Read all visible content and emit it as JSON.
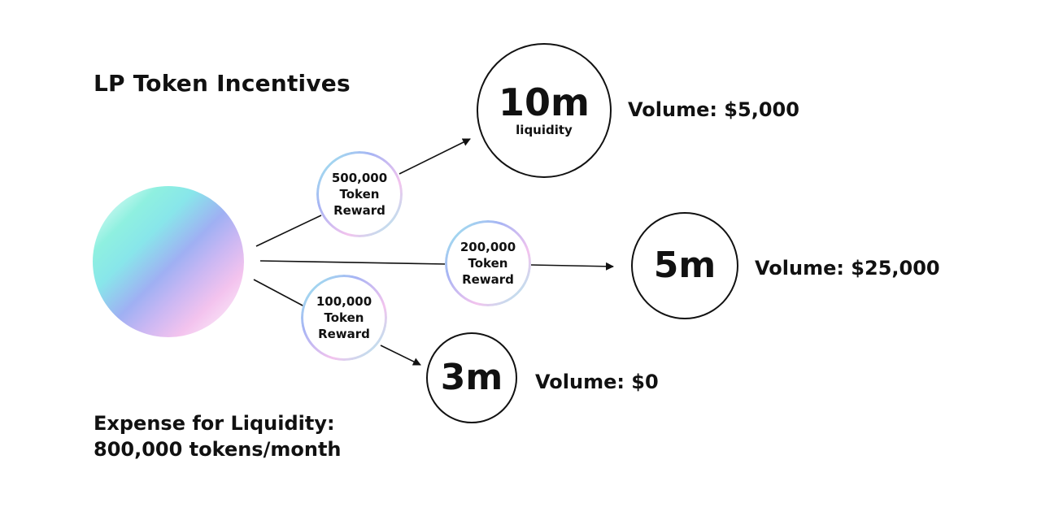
{
  "title": "LP Token Incentives",
  "expense": {
    "line1": "Expense for Liquidity:",
    "line2": "800,000 tokens/month"
  },
  "rewards": [
    {
      "amount": "500,000",
      "line2": "Token",
      "line3": "Reward"
    },
    {
      "amount": "200,000",
      "line2": "Token",
      "line3": "Reward"
    },
    {
      "amount": "100,000",
      "line2": "Token",
      "line3": "Reward"
    }
  ],
  "pools": [
    {
      "amount": "10m",
      "sub": "liquidity",
      "volume": "Volume:  $5,000"
    },
    {
      "amount": "5m",
      "volume": "Volume:  $25,000"
    },
    {
      "amount": "3m",
      "volume": "Volume:  $0"
    }
  ],
  "colors": {
    "ink": "#111111",
    "gradient_teal": "#8ff0e0",
    "gradient_blue": "#9fb0f3",
    "gradient_pink": "#f3c3ee"
  }
}
